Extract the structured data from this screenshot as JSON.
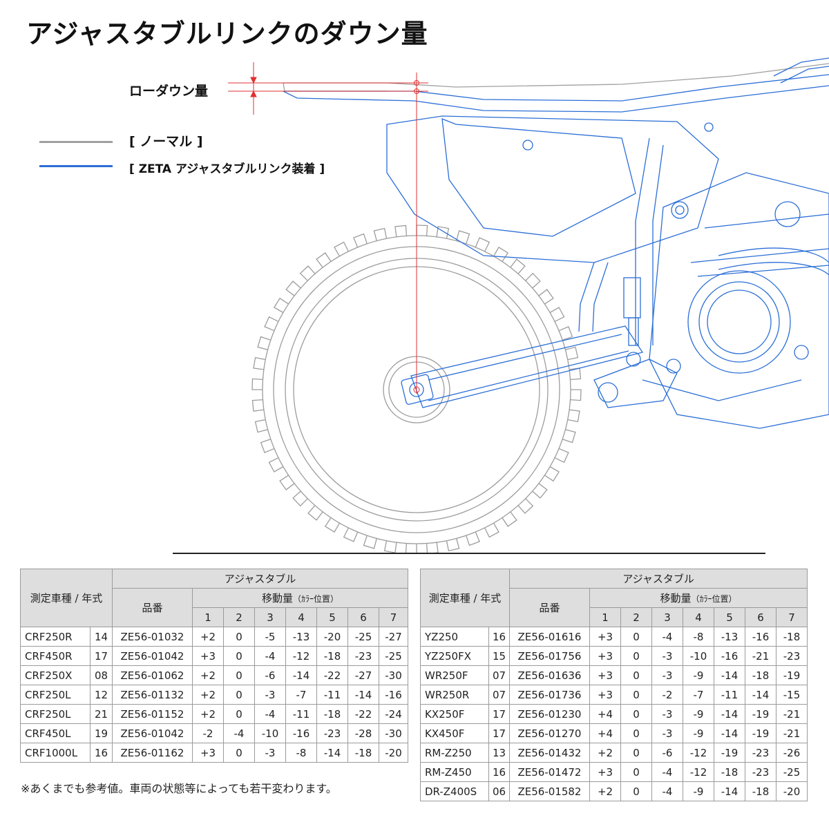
{
  "title": "アジャスタブルリンクのダウン量",
  "legend": {
    "lowdown": "ローダウン量",
    "normal": "[ ノーマル ]",
    "zeta": "[ ZETA アジャスタブルリンク装着 ]",
    "normal_color": "#a0a0a0",
    "zeta_color": "#2a6ed6"
  },
  "colors": {
    "marker": "#e03030",
    "header_bg": "#dedede"
  },
  "table": {
    "header_model": "測定車種 / 年式",
    "header_part": "品番",
    "header_group": "アジャスタブル",
    "header_move": "移動量",
    "header_move_sub": "（ｶﾗｰ位置）",
    "positions": [
      "1",
      "2",
      "3",
      "4",
      "5",
      "6",
      "7"
    ]
  },
  "left_rows": [
    {
      "model": "CRF250R",
      "year": "14",
      "part": "ZE56-01032",
      "values": [
        "+2",
        "0",
        "-5",
        "-13",
        "-20",
        "-25",
        "-27"
      ]
    },
    {
      "model": "CRF450R",
      "year": "17",
      "part": "ZE56-01042",
      "values": [
        "+3",
        "0",
        "-4",
        "-12",
        "-18",
        "-23",
        "-25"
      ]
    },
    {
      "model": "CRF250X",
      "year": "08",
      "part": "ZE56-01062",
      "values": [
        "+2",
        "0",
        "-6",
        "-14",
        "-22",
        "-27",
        "-30"
      ]
    },
    {
      "model": "CRF250L",
      "year": "12",
      "part": "ZE56-01132",
      "values": [
        "+2",
        "0",
        "-3",
        "-7",
        "-11",
        "-14",
        "-16"
      ]
    },
    {
      "model": "CRF250L",
      "year": "21",
      "part": "ZE56-01152",
      "values": [
        "+2",
        "0",
        "-4",
        "-11",
        "-18",
        "-22",
        "-24"
      ]
    },
    {
      "model": "CRF450L",
      "year": "19",
      "part": "ZE56-01042",
      "values": [
        "-2",
        "-4",
        "-10",
        "-16",
        "-23",
        "-28",
        "-30"
      ]
    },
    {
      "model": "CRF1000L",
      "year": "16",
      "part": "ZE56-01162",
      "values": [
        "+3",
        "0",
        "-3",
        "-8",
        "-14",
        "-18",
        "-20"
      ]
    }
  ],
  "right_rows": [
    {
      "model": "YZ250",
      "year": "16",
      "part": "ZE56-01616",
      "values": [
        "+3",
        "0",
        "-4",
        "-8",
        "-13",
        "-16",
        "-18"
      ]
    },
    {
      "model": "YZ250FX",
      "year": "15",
      "part": "ZE56-01756",
      "values": [
        "+3",
        "0",
        "-3",
        "-10",
        "-16",
        "-21",
        "-23"
      ]
    },
    {
      "model": "WR250F",
      "year": "07",
      "part": "ZE56-01636",
      "values": [
        "+3",
        "0",
        "-3",
        "-9",
        "-14",
        "-18",
        "-19"
      ]
    },
    {
      "model": "WR250R",
      "year": "07",
      "part": "ZE56-01736",
      "values": [
        "+3",
        "0",
        "-2",
        "-7",
        "-11",
        "-14",
        "-15"
      ]
    },
    {
      "model": "KX250F",
      "year": "17",
      "part": "ZE56-01230",
      "values": [
        "+4",
        "0",
        "-3",
        "-9",
        "-14",
        "-19",
        "-21"
      ]
    },
    {
      "model": "KX450F",
      "year": "17",
      "part": "ZE56-01270",
      "values": [
        "+4",
        "0",
        "-3",
        "-9",
        "-14",
        "-19",
        "-21"
      ]
    },
    {
      "model": "RM-Z250",
      "year": "13",
      "part": "ZE56-01432",
      "values": [
        "+2",
        "0",
        "-6",
        "-12",
        "-19",
        "-23",
        "-26"
      ]
    },
    {
      "model": "RM-Z450",
      "year": "16",
      "part": "ZE56-01472",
      "values": [
        "+3",
        "0",
        "-4",
        "-12",
        "-18",
        "-23",
        "-25"
      ]
    },
    {
      "model": "DR-Z400S",
      "year": "06",
      "part": "ZE56-01582",
      "values": [
        "+2",
        "0",
        "-4",
        "-9",
        "-14",
        "-18",
        "-20"
      ]
    }
  ],
  "footnote": "※あくまでも参考値。車両の状態等によっても若干変わります。"
}
